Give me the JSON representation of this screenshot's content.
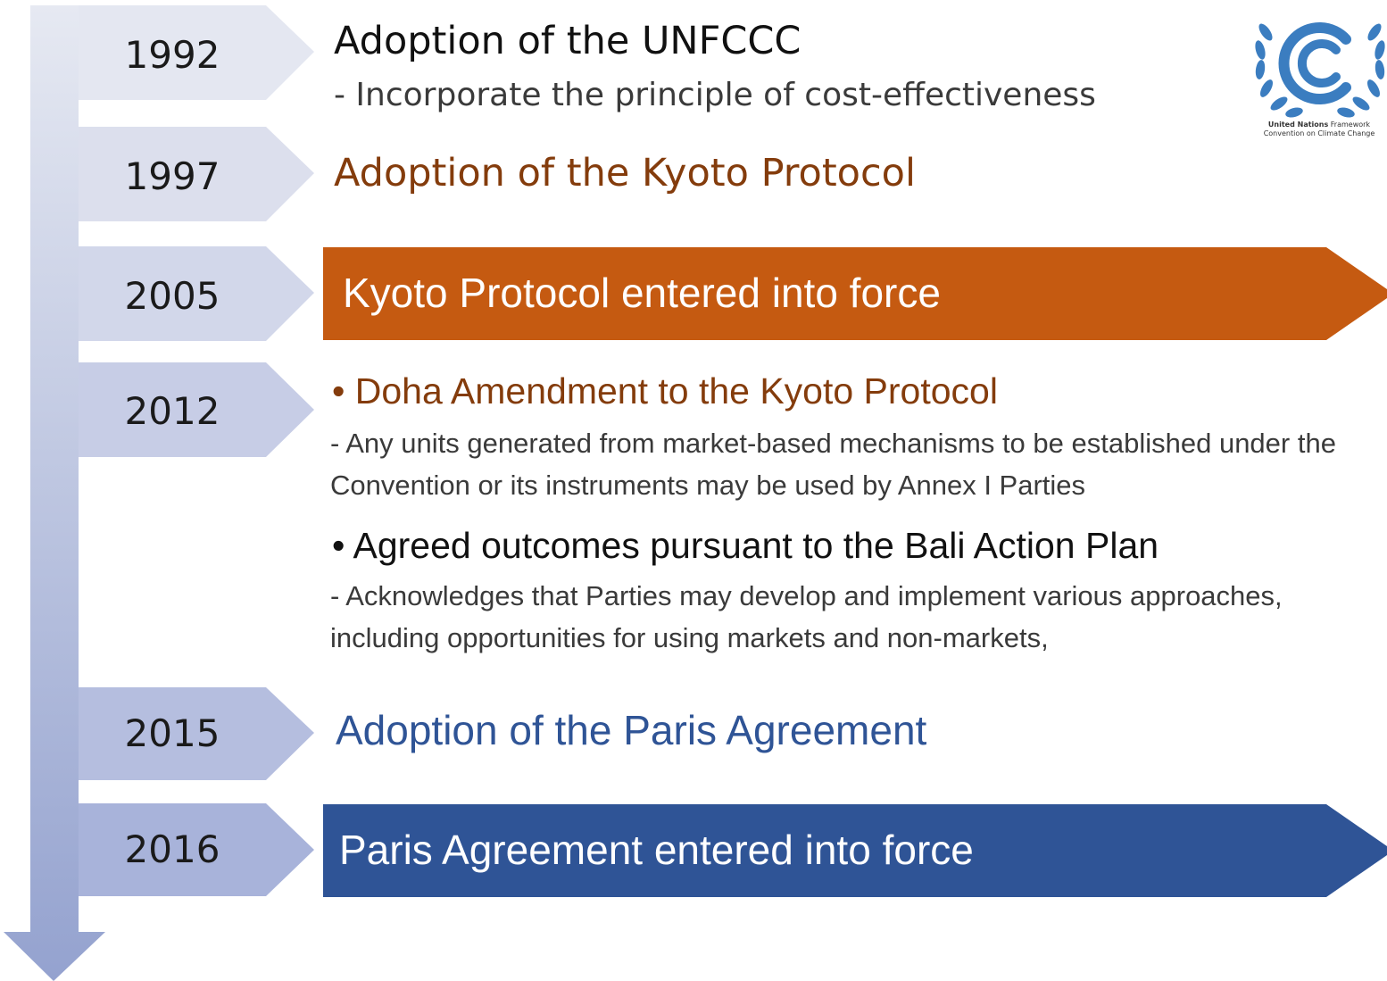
{
  "colors": {
    "chevron_fill": "#c9d0e6",
    "arrow_gradient_top": "#e4e8f2",
    "arrow_gradient_bottom": "#96a4cf",
    "kyoto_orange": "#c55a11",
    "kyoto_text_brown": "#843c0c",
    "paris_blue": "#2f5496",
    "band_text": "#ffffff",
    "logo_blue": "#3b7dc0"
  },
  "logo": {
    "icon": "unfccc-logo-icon",
    "line1_bold": "United Nations",
    "line1_rest": "Framework",
    "line2": "Convention on Climate Change"
  },
  "timeline": [
    {
      "year": "1992"
    },
    {
      "year": "1997"
    },
    {
      "year": "2005"
    },
    {
      "year": "2012"
    },
    {
      "year": "2015"
    },
    {
      "year": "2016"
    }
  ],
  "events": {
    "e1992": {
      "title": "Adoption of the UNFCCC",
      "detail": "- Incorporate the principle of cost-effectiveness"
    },
    "e1997": {
      "title": "Adoption of the Kyoto Protocol"
    },
    "e2005": {
      "band": "Kyoto Protocol entered into force"
    },
    "e2012": {
      "bullet_glyph": "•",
      "item1_title": "Doha Amendment to the Kyoto Protocol",
      "item1_detail": "- Any units generated from market-based mechanisms to be established under the Convention or its instruments may be used by Annex I Parties",
      "item2_title": "Agreed outcomes pursuant to the Bali Action Plan",
      "item2_detail": "- Acknowledges that Parties may develop and implement various approaches, including opportunities for using markets and non-markets,"
    },
    "e2015": {
      "title": "Adoption of the Paris Agreement"
    },
    "e2016": {
      "band": "Paris Agreement entered into force"
    }
  }
}
